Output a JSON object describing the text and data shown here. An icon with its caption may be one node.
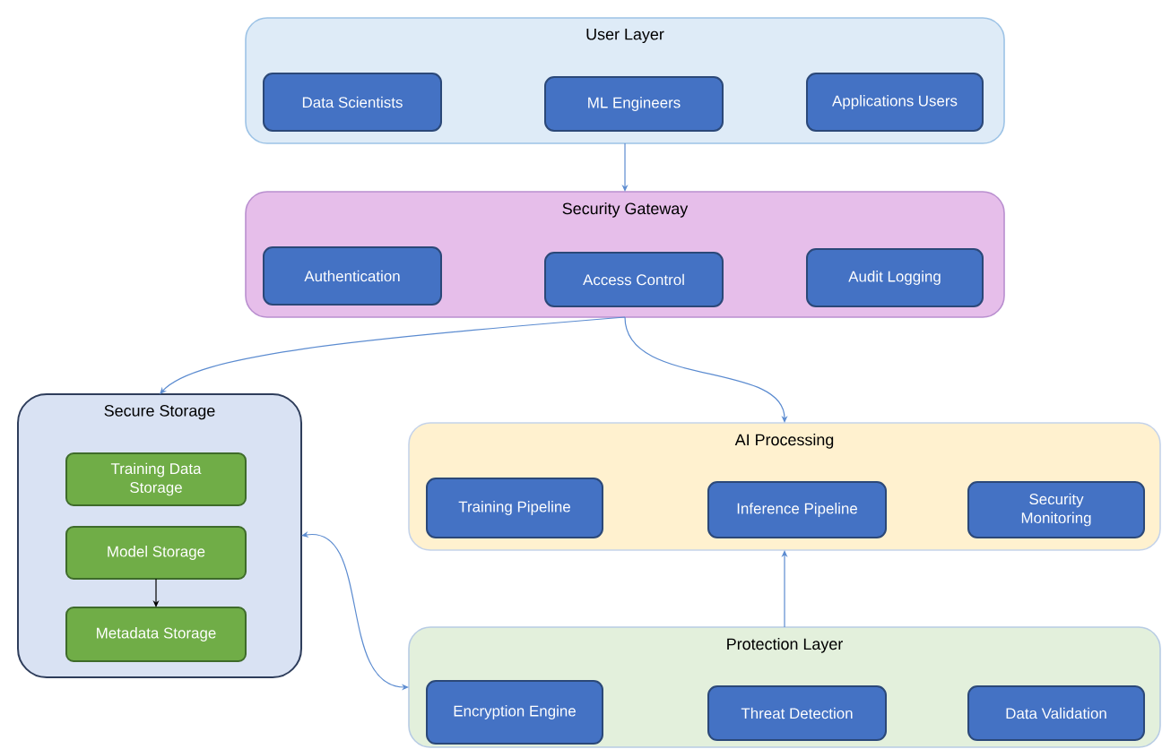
{
  "diagram": {
    "nodes": [
      {
        "text": [
          "User Layer"
        ]
      },
      {
        "text": [
          "Data Scientists"
        ],
        "in": 0
      },
      {
        "text": [
          "ML Engineers"
        ],
        "in": 0
      },
      {
        "text": [
          "Applications Users"
        ],
        "in": 0
      },
      {
        "text": [
          "Security Gateway"
        ]
      },
      {
        "text": [
          "Authentication"
        ],
        "in": 4
      },
      {
        "text": [
          "Access Control"
        ],
        "in": 4
      },
      {
        "text": [
          "Audit Logging"
        ],
        "in": 4
      },
      {
        "text": [
          "AI Processing"
        ]
      },
      {
        "text": [
          "Training Pipeline"
        ],
        "in": 8
      },
      {
        "text": [
          "Inference Pipeline"
        ],
        "in": 8
      },
      {
        "text": [
          "Security Monitoring"
        ],
        "in": 8
      },
      {
        "text": [
          "Secure Storage"
        ]
      },
      {
        "text": [
          "Training Data Storage"
        ],
        "in": 12
      },
      {
        "text": [
          "Model Storage"
        ],
        "in": 12
      },
      {
        "text": [
          "Metadata Storage"
        ],
        "in": 12
      },
      {
        "text": [
          "Protection Layer"
        ]
      },
      {
        "text": [
          "Encryption Engine"
        ],
        "in": 16
      },
      {
        "text": [
          "Threat Detection"
        ],
        "in": 16
      },
      {
        "text": [
          "Data Validation"
        ],
        "in": 16
      }
    ],
    "edges": [
      {
        "from": 0,
        "to": 4,
        "arrow": "to"
      },
      {
        "from": 4,
        "to": 12,
        "arrow": "to"
      },
      {
        "from": 4,
        "to": 8,
        "arrow": "to"
      },
      {
        "from": 14,
        "to": 15,
        "arrow": "to",
        "color": "#000000"
      },
      {
        "from": 12,
        "to": 16,
        "arrow": "both"
      },
      {
        "from": 16,
        "to": 8,
        "arrow": "to"
      }
    ]
  }
}
